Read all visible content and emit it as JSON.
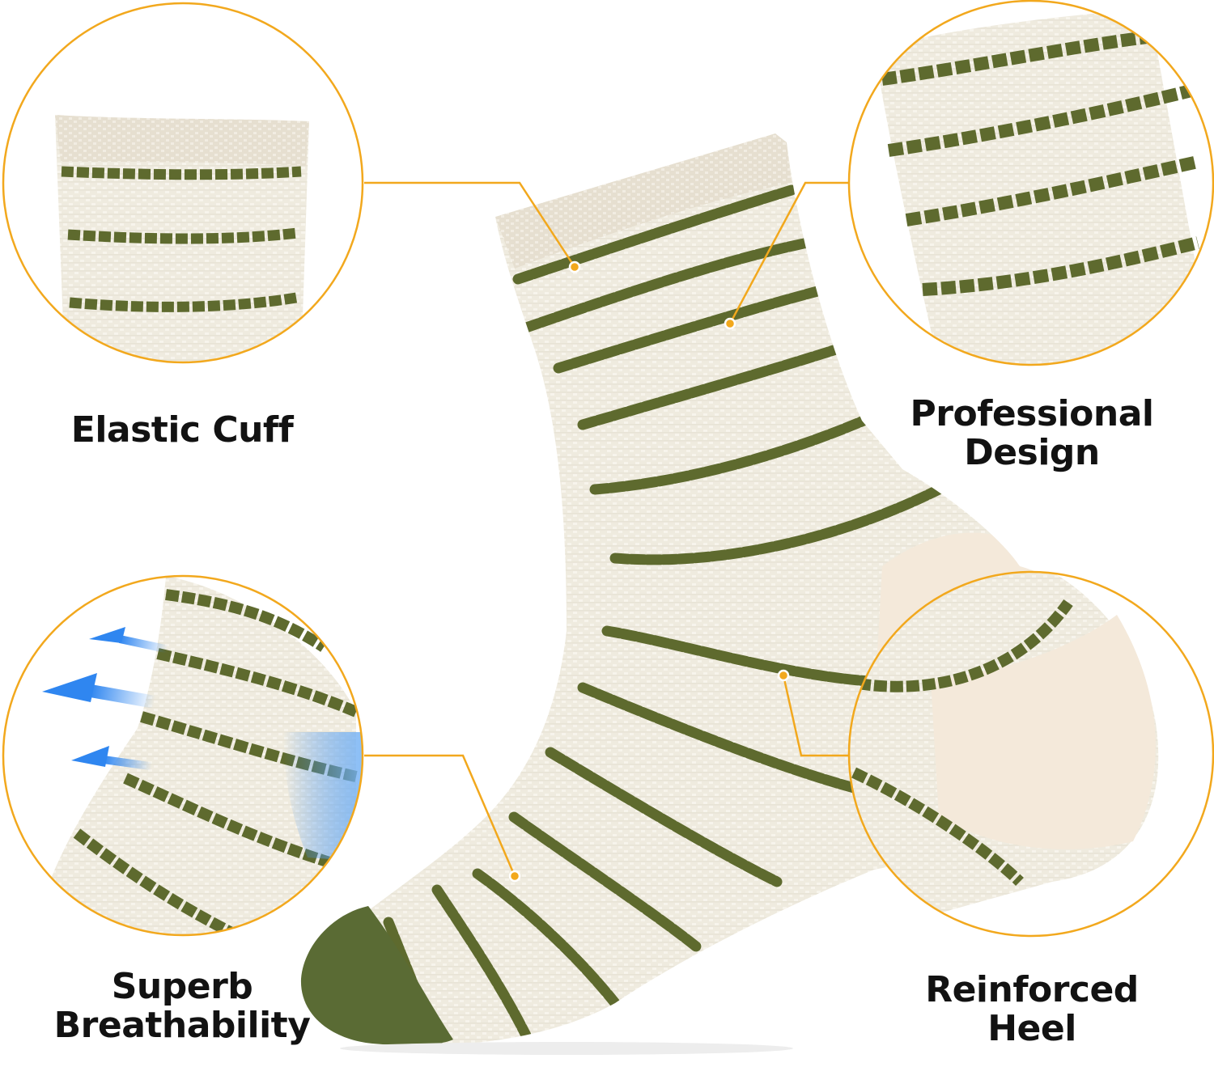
{
  "features": {
    "cuff": {
      "lines": [
        "Elastic Cuff"
      ]
    },
    "design": {
      "lines": [
        "Professional",
        "Design"
      ]
    },
    "breathability": {
      "lines": [
        "Superb",
        "Breathability"
      ]
    },
    "heel": {
      "lines": [
        "Reinforced",
        "Heel"
      ]
    }
  },
  "colors": {
    "callout_gold": "#F2A81D",
    "sock_cream": "#EFEBDF",
    "stripe_olive": "#5E6A2E",
    "toe_olive": "#5A6B34",
    "heel_beige": "#F4E9DA",
    "airflow_blue": "#2F86F0",
    "label_text": "#121212"
  }
}
